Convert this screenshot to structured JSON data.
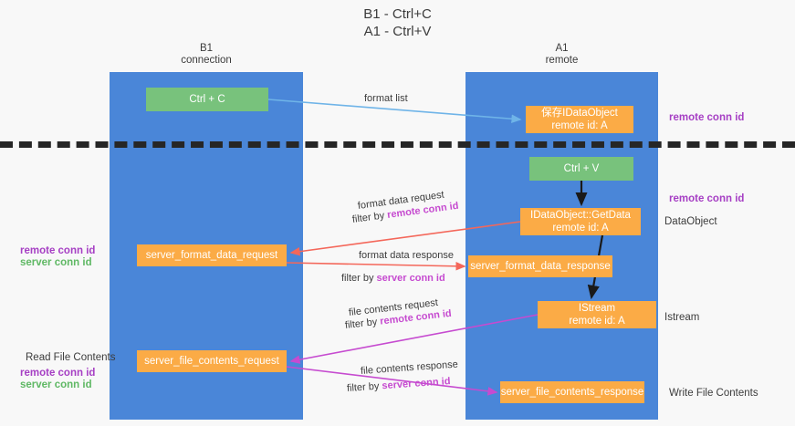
{
  "title": {
    "line1": "B1 - Ctrl+C",
    "line2": "A1 - Ctrl+V"
  },
  "lanes": [
    {
      "id": "b1",
      "name": "B1",
      "role": "connection"
    },
    {
      "id": "a1",
      "name": "A1",
      "role": "remote"
    }
  ],
  "boxes": {
    "ctrl_c": {
      "line1": "Ctrl + C",
      "line2": "",
      "color": "#78c27c"
    },
    "ctrl_v": {
      "line1": "Ctrl + V",
      "line2": "",
      "color": "#78c27c"
    },
    "save_idataobject": {
      "line1": "保存IDataObject",
      "line2": "remote id: A",
      "color": "#fbab46"
    },
    "getdata": {
      "line1": "IDataObject::GetData",
      "line2": "remote id: A",
      "color": "#fbab46"
    },
    "istream": {
      "line1": "IStream",
      "line2": "remote id: A",
      "color": "#fbab46"
    },
    "server_format_data_request": {
      "line1": "server_format_data_request",
      "line2": "",
      "color": "#fbab46"
    },
    "server_format_data_response": {
      "line1": "server_format_data_response",
      "line2": "",
      "color": "#fbab46"
    },
    "server_file_contents_request": {
      "line1": "server_file_contents_request",
      "line2": "",
      "color": "#fbab46"
    },
    "server_file_contents_response": {
      "line1": "server_file_contents_response",
      "line2": "",
      "color": "#fbab46"
    }
  },
  "edge_labels": {
    "format_list": "format list",
    "format_data_request": "format data request",
    "format_data_request_filter_prefix": "filter by ",
    "format_data_request_filter_key": "remote conn id",
    "format_data_response": "format data response",
    "format_data_response_filter_prefix": "filter by ",
    "format_data_response_filter_key": "server conn id",
    "file_contents_request": "file contents request",
    "file_contents_request_filter_prefix": "filter by ",
    "file_contents_request_filter_key": "remote conn id",
    "file_contents_response": "file contents response",
    "file_contents_response_filter_prefix": "filter by ",
    "file_contents_response_filter_key": "server conn id"
  },
  "annotations": {
    "right_remote_conn_id_top": "remote conn id",
    "right_remote_conn_id_mid": "remote conn id",
    "right_dataobject": "DataObject",
    "right_istream": "Istream",
    "right_write_file_contents": "Write File Contents",
    "left_remote_conn_id_mid": "remote conn id",
    "left_server_conn_id_mid": "server conn id",
    "left_read_file_contents": "Read File Contents",
    "left_remote_conn_id_bottom": "remote conn id",
    "left_server_conn_id_bottom": "server conn id"
  },
  "colors": {
    "lane_blue": "#4a86d8",
    "box_orange": "#fbab46",
    "box_green": "#78c27c",
    "purple": "#a63fc4",
    "magenta": "#c64bd0",
    "green_text": "#5fb864",
    "red_arrow": "#f4675a",
    "blue_arrow": "#6fb4e8",
    "black_arrow": "#1a1a1a",
    "background": "#f8f8f8"
  }
}
